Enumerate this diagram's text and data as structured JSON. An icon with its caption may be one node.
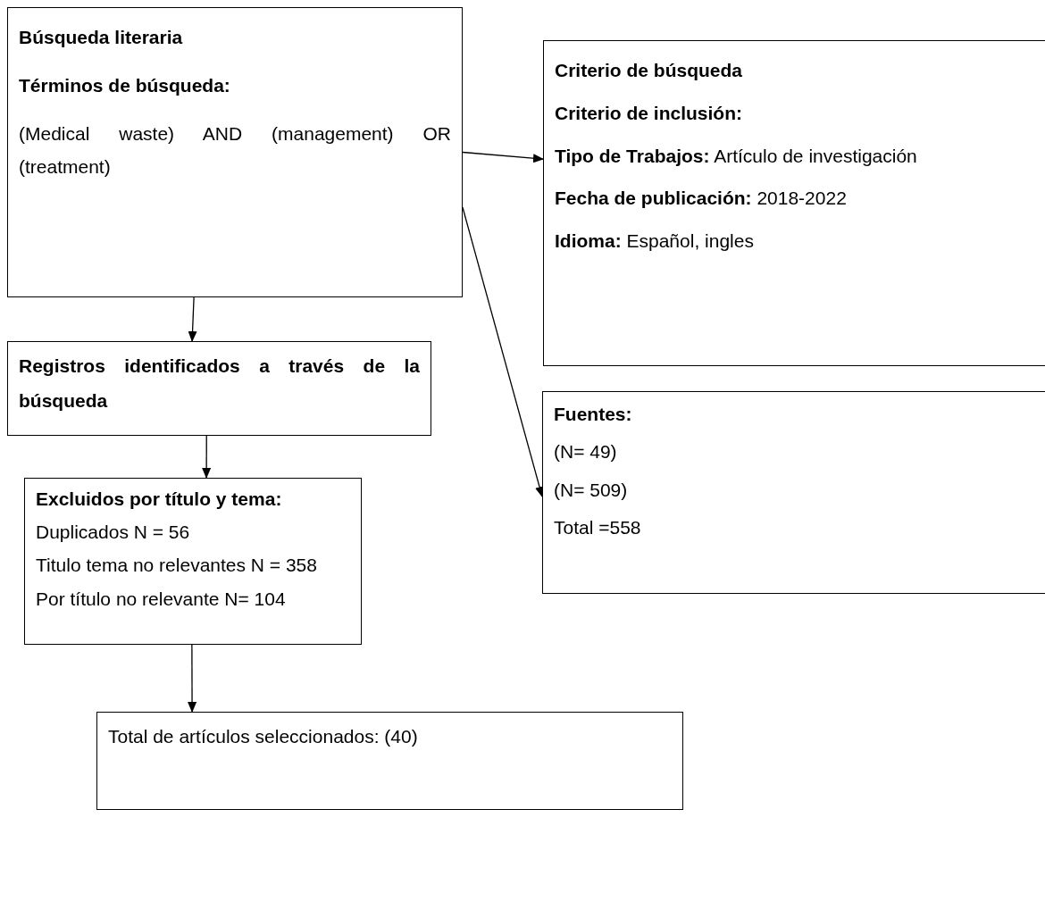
{
  "diagram": {
    "nodes": [
      {
        "text": [
          "Búsqueda literaria",
          "Términos de búsqueda:",
          "(Medical waste) AND (management) OR (treatment)"
        ]
      },
      {
        "text": [
          "Criterio de búsqueda",
          "Criterio de inclusión:",
          "**Tipo de Trabajos:** Artículo de investigación",
          "**Fecha de publicación:** 2018-2022",
          "**Idioma:** Español, ingles"
        ]
      },
      {
        "text": [
          "Registros identificados a través de la búsqueda"
        ]
      },
      {
        "text": [
          "Excluidos por título y tema:",
          "Duplicados N = 56",
          "Titulo tema no relevantes N = 358",
          "Por título no relevante N= 104"
        ]
      },
      {
        "text": [
          "Fuentes:",
          "(N= 49)",
          "(N= 509)",
          "Total =558"
        ]
      },
      {
        "text": [
          "Total de artículos seleccionados: (40)"
        ]
      }
    ],
    "edges": [
      {
        "from": 0,
        "to": 1,
        "arrow": "to"
      },
      {
        "from": 0,
        "to": 4,
        "arrow": "to"
      },
      {
        "from": 0,
        "to": 2,
        "arrow": "to"
      },
      {
        "from": 2,
        "to": 3,
        "arrow": "to"
      },
      {
        "from": 3,
        "to": 5,
        "arrow": "to"
      }
    ]
  }
}
